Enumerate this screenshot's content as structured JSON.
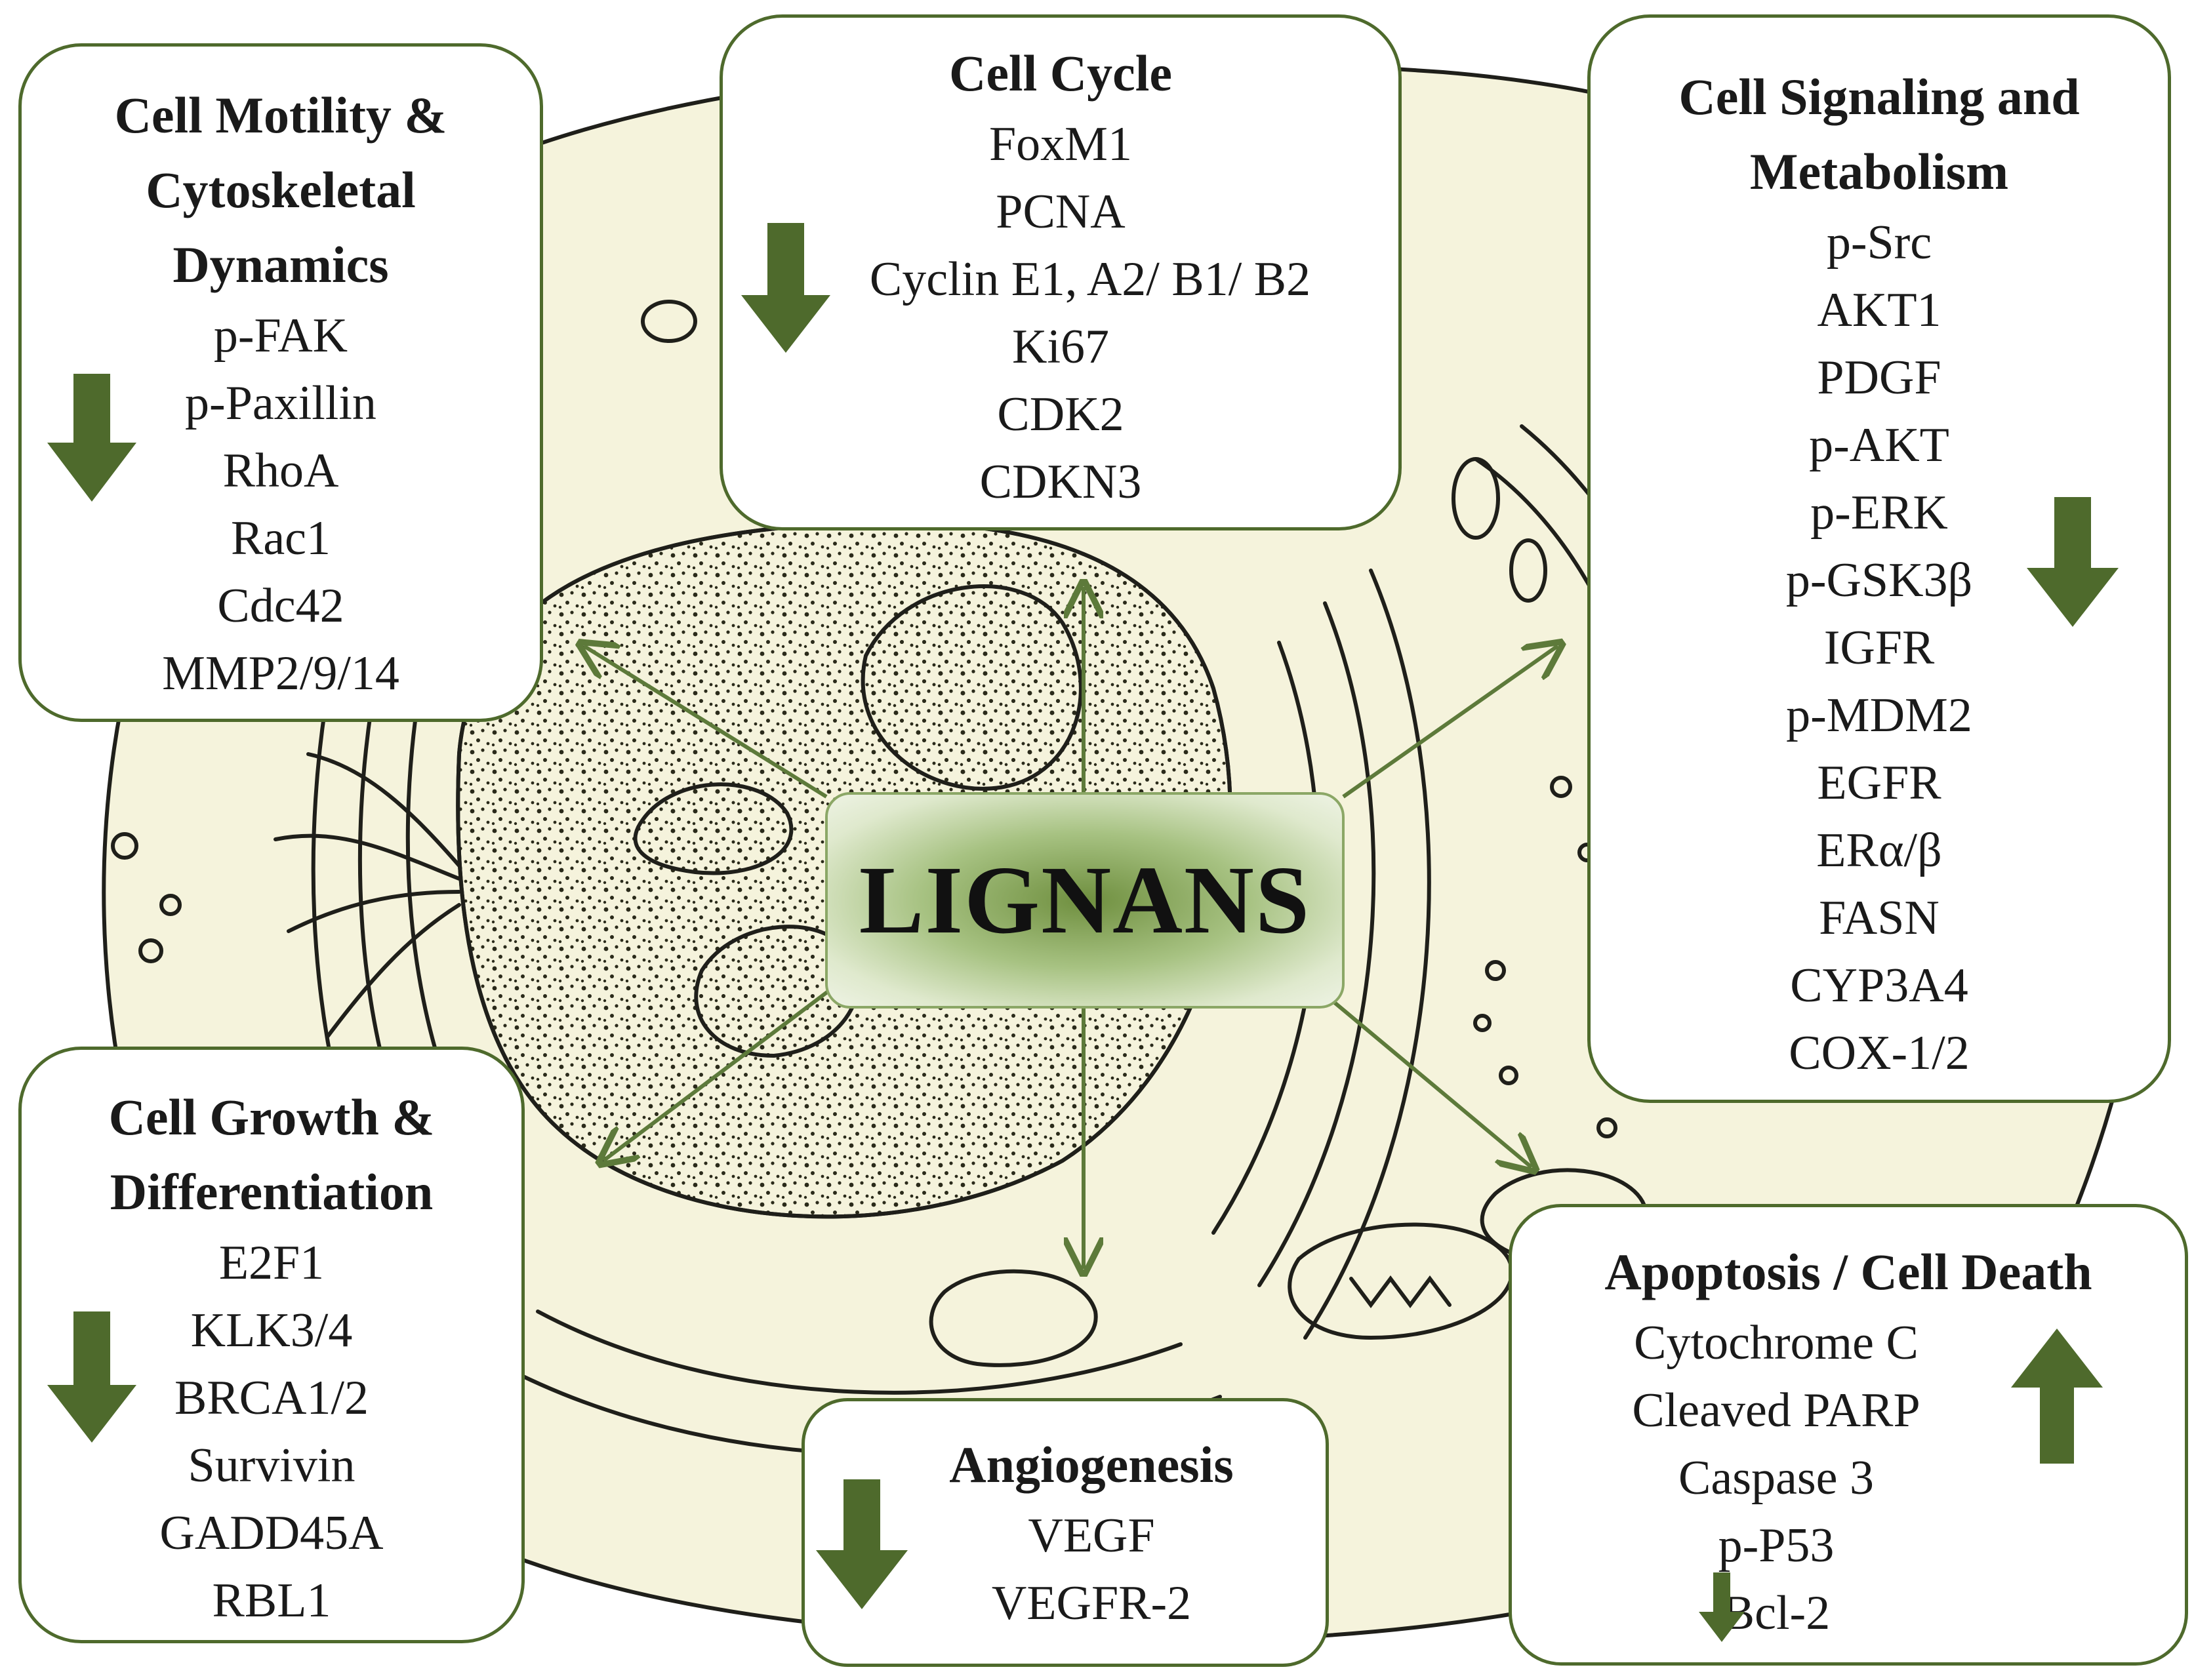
{
  "center": {
    "label": "LIGNANS"
  },
  "colors": {
    "box_border": "#4e6a2c",
    "arrow": "#4e6a2c",
    "connector": "#5d7a3a",
    "cell_bg": "#f5f3dc"
  },
  "boxes": {
    "motility": {
      "title_lines": [
        "Cell Motility &",
        "Cytoskeletal",
        "Dynamics"
      ],
      "items": [
        "p-FAK",
        "p-Paxillin",
        "RhoA",
        "Rac1",
        "Cdc42",
        "MMP2/9/14"
      ],
      "direction": "down"
    },
    "cycle": {
      "title_lines": [
        "Cell Cycle"
      ],
      "items": [
        "FoxM1",
        "PCNA",
        "Cyclin E1, A2/ B1/ B2",
        "Ki67",
        "CDK2",
        "CDKN3"
      ],
      "direction": "down"
    },
    "signaling": {
      "title_lines": [
        "Cell Signaling and",
        "Metabolism"
      ],
      "items": [
        "p-Src",
        "AKT1",
        "PDGF",
        "p-AKT",
        "p-ERK",
        "p-GSK3β",
        "IGFR",
        "p-MDM2",
        "EGFR",
        "ERα/β",
        "FASN",
        "CYP3A4",
        "COX-1/2"
      ],
      "direction": "down"
    },
    "growth": {
      "title_lines": [
        "Cell Growth &",
        "Differentiation"
      ],
      "items": [
        "E2F1",
        "KLK3/4",
        "BRCA1/2",
        "Survivin",
        "GADD45A",
        "RBL1"
      ],
      "direction": "down"
    },
    "angiogenesis": {
      "title_lines": [
        "Angiogenesis"
      ],
      "items": [
        "VEGF",
        "VEGFR-2"
      ],
      "direction": "down"
    },
    "apoptosis": {
      "title_lines": [
        "Apoptosis / Cell Death"
      ],
      "items": [
        "Cytochrome C",
        "Cleaved PARP",
        "Caspase 3",
        "p-P53",
        "Bcl-2"
      ],
      "direction": "up",
      "down_item": "Bcl-2"
    }
  }
}
